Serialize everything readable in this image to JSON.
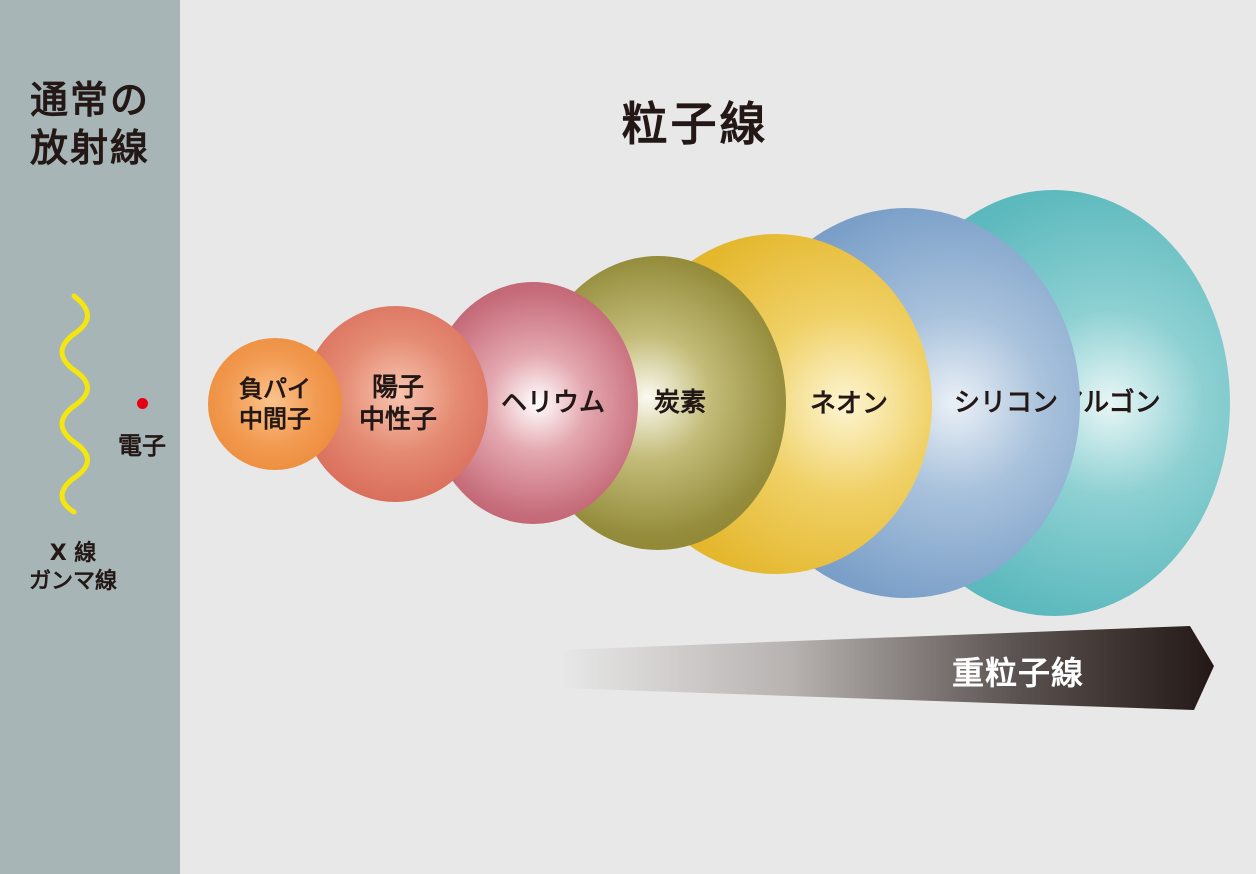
{
  "left_panel": {
    "title_line1": "通常の",
    "title_line2": "放射線",
    "electron_label": "電子",
    "xray_line1": "X 線",
    "xray_line2": "ガンマ線",
    "wave_color": "#f5e60f",
    "electron_color": "#e60012"
  },
  "main_title": "粒子線",
  "particles": [
    {
      "label": "負パイ\n中間子",
      "color": "#ec8b3a"
    },
    {
      "label": "陽子\n中性子",
      "color": "#d76a58"
    },
    {
      "label": "ヘリウム",
      "color": "#c56a78"
    },
    {
      "label": "炭素",
      "color": "#948c3b"
    },
    {
      "label": "ネオン",
      "color": "#e4b72d"
    },
    {
      "label": "シリコン",
      "color": "#7a9fc8"
    },
    {
      "label": "アルゴン",
      "color": "#5cb9bd"
    }
  ],
  "arrow_label": "重粒子線"
}
